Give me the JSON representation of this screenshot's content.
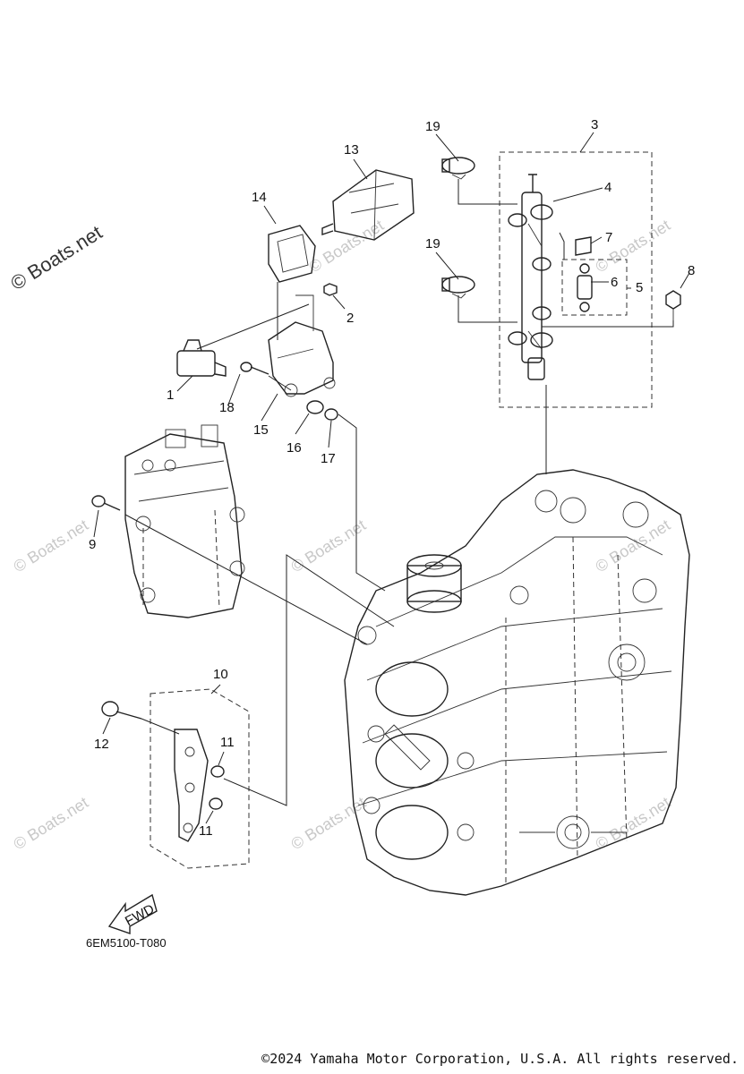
{
  "watermark": "© Boats.net",
  "callouts": {
    "p1": "1",
    "p2": "2",
    "p3": "3",
    "p4": "4",
    "p5": "5",
    "p6": "6",
    "p7": "7",
    "p8": "8",
    "p9": "9",
    "p10": "10",
    "p11a": "11",
    "p11b": "11",
    "p12": "12",
    "p13": "13",
    "p14": "14",
    "p15": "15",
    "p16": "16",
    "p17": "17",
    "p18": "18",
    "p19a": "19",
    "p19b": "19"
  },
  "fwd_label": "FWD",
  "diagram_code": "6EM5100-T080",
  "copyright": "©2024 Yamaha Motor Corporation, U.S.A. All rights reserved."
}
